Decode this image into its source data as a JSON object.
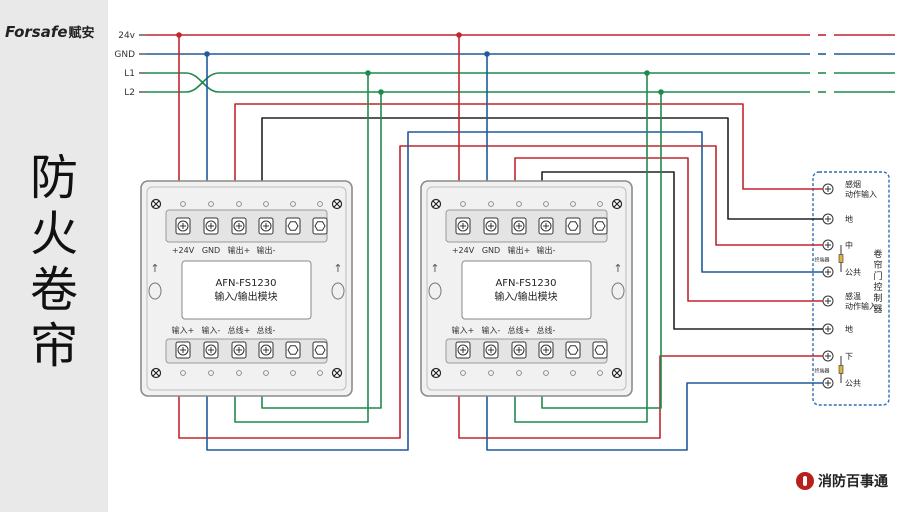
{
  "brand": {
    "name": "Forsafe",
    "name_cn": "赋安"
  },
  "title": [
    "防",
    "火",
    "卷",
    "帘"
  ],
  "bus": {
    "labels": [
      "24v",
      "GND",
      "L1",
      "L2"
    ]
  },
  "colors": {
    "red": "#c0272d",
    "blue": "#1f5a9a",
    "green": "#1f8a4c",
    "black": "#222222",
    "panel_border": "#2f6fae"
  },
  "module": {
    "model": "AFN-FS1230",
    "desc": "输入/输出模块",
    "top_labels": [
      "+24V",
      "GND",
      "输出+",
      "输出-",
      "",
      ""
    ],
    "bottom_labels": [
      "输入+",
      "输入-",
      "总线+",
      "总线-",
      "",
      ""
    ],
    "arrow": "↑"
  },
  "controller": {
    "title": [
      "卷",
      "帘",
      "门",
      "控",
      "制",
      "器"
    ],
    "terminals": [
      {
        "label": "感烟\n动作输入"
      },
      {
        "label": "地"
      },
      {
        "label": "中",
        "note": "终端器"
      },
      {
        "label": "公共"
      },
      {
        "label": "感温\n动作输入"
      },
      {
        "label": "地"
      },
      {
        "label": "下",
        "note": "终端器"
      },
      {
        "label": "公共"
      }
    ]
  },
  "footer": {
    "logo_text": "消防百事通"
  }
}
